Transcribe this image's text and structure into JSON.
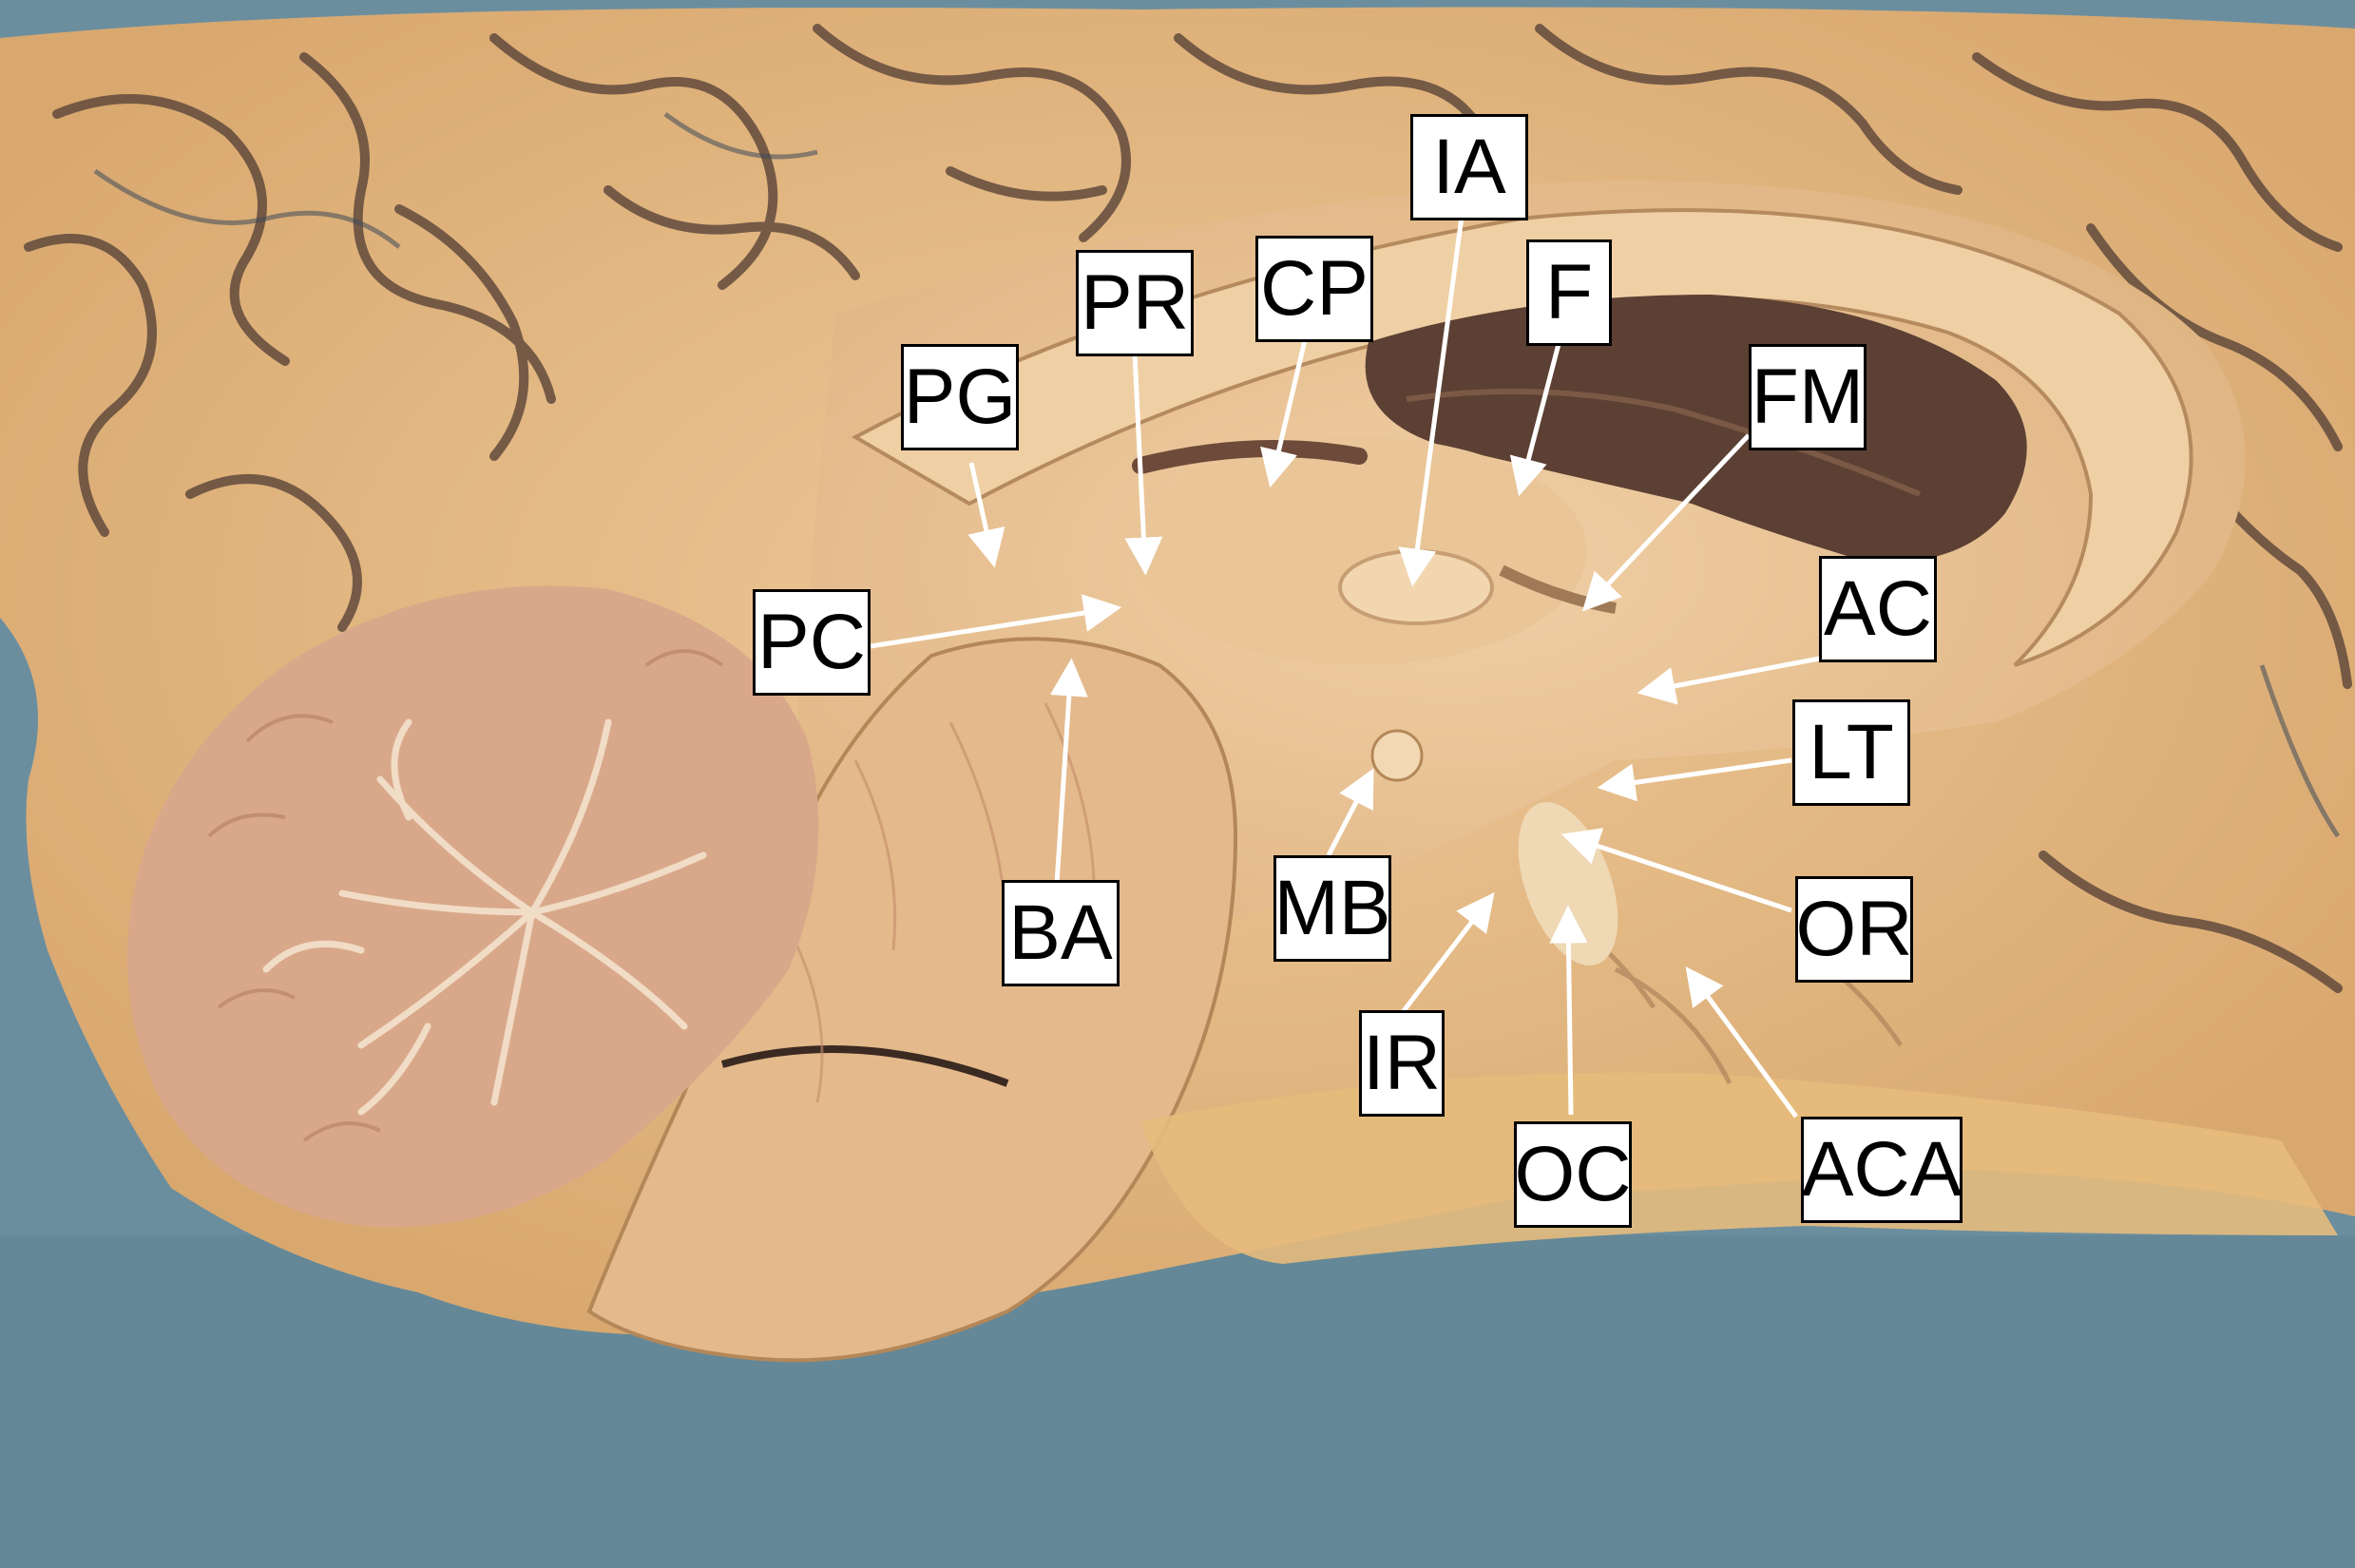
{
  "photo": {
    "subject": "midsagittal-section",
    "colors": {
      "background": "#6b8e9f",
      "tissue": "#e7c193",
      "cut_surface": "#ecc89e",
      "sulcus": "#5a4438",
      "cerebellum": "#d9a88a",
      "ventricle": "#5c4033"
    }
  },
  "labels": {
    "ia": "IA",
    "cp": "CP",
    "f": "F",
    "pr": "PR",
    "fm": "FM",
    "pg": "PG",
    "ac": "AC",
    "pc": "PC",
    "lt": "LT",
    "ba": "BA",
    "mb": "MB",
    "or": "OR",
    "ir": "IR",
    "aca": "ACA",
    "oc": "OC"
  }
}
